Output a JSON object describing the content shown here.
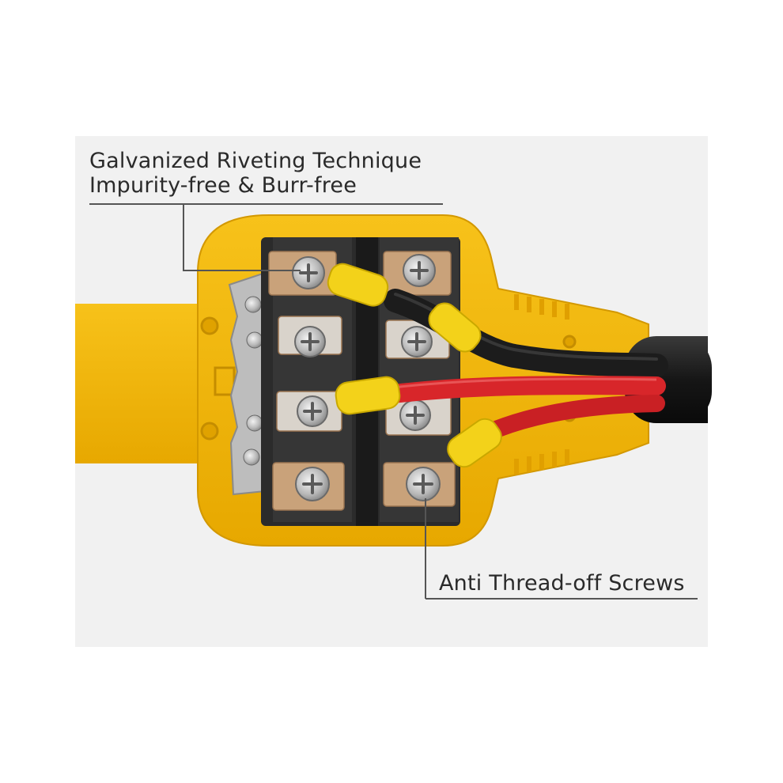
{
  "callouts": {
    "top": {
      "line1": "Galvanized Riveting Technique",
      "line2": "Impurity-free & Burr-free"
    },
    "bottom": {
      "line1": "Anti Thread-off Screws"
    }
  },
  "colors": {
    "background": "#ffffff",
    "photo_background": "#f1f1f1",
    "housing_yellow": "#f5b800",
    "housing_shadow": "#d89a00",
    "switch_block": "#2b2b2b",
    "copper_plate": "#c9a27a",
    "cable_black": "#1e1e1e",
    "wire_red": "#d8262a",
    "terminal_yellow": "#f3d21a",
    "leader_line": "#555555",
    "text": "#2a2a2a"
  }
}
